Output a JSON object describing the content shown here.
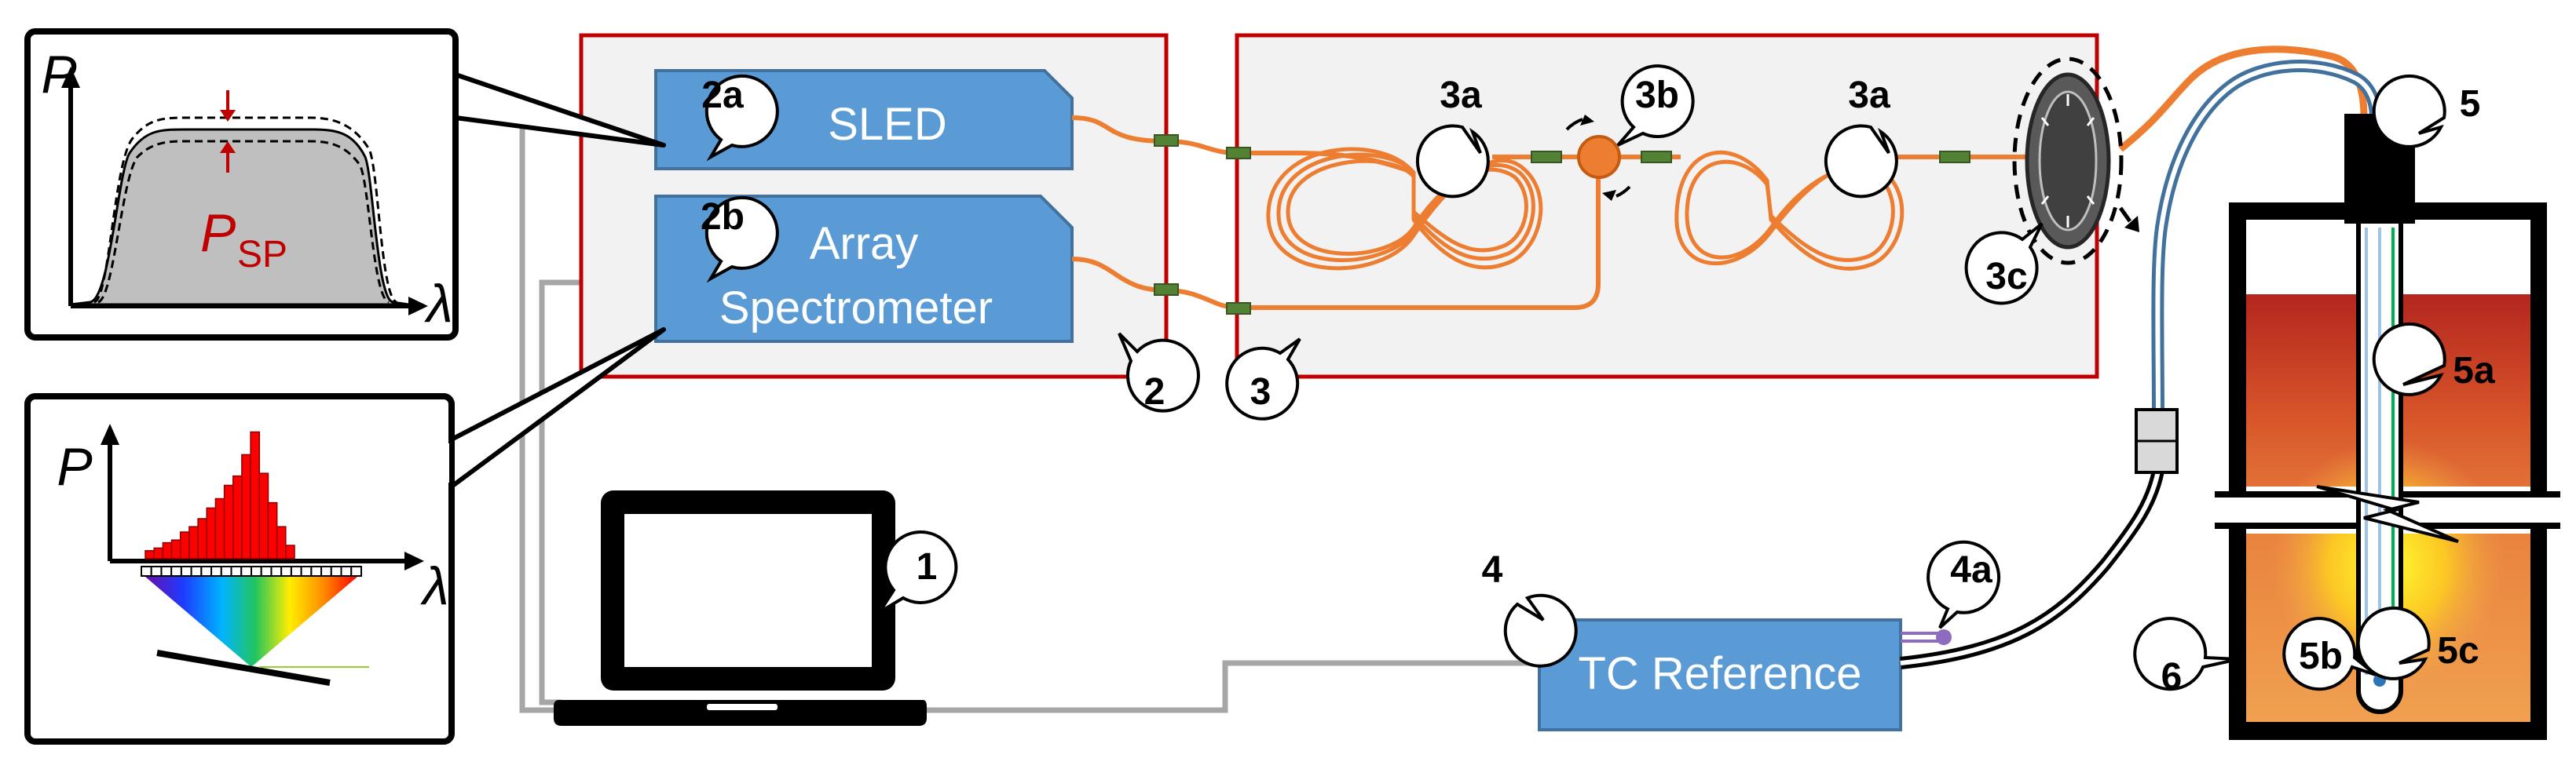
{
  "labels": {
    "sled": "SLED",
    "array": "Array",
    "spectrometer": "Spectrometer",
    "tc_reference": "TC Reference",
    "psp_main": "P",
    "psp_sub": "SP",
    "axis_p": "P",
    "axis_lambda": "λ"
  },
  "callouts": {
    "c1": "1",
    "c2": "2",
    "c2a": "2a",
    "c2b": "2b",
    "c3": "3",
    "c3a_left": "3a",
    "c3a_right": "3a",
    "c3b": "3b",
    "c3c": "3c",
    "c4": "4",
    "c4a": "4a",
    "c5": "5",
    "c5a": "5a",
    "c5b": "5b",
    "c5c": "5c",
    "c6": "6"
  },
  "spectrum_bars": [
    0.06,
    0.08,
    0.12,
    0.14,
    0.2,
    0.24,
    0.3,
    0.38,
    0.45,
    0.55,
    0.62,
    0.78,
    0.95,
    0.64,
    0.42,
    0.24,
    0.1
  ],
  "colors": {
    "box_blue": "#5b9bd5",
    "box_blue_stroke": "#41719c",
    "fiber_orange": "#ed7d31",
    "fiber_dark": "#c55a11",
    "enclosure_red": "#c00000",
    "panel_gray": "#f2f2f2",
    "connector_green": "#548235",
    "furnace_orange": "#f4a460",
    "furnace_red": "#c0392b",
    "bar_red": "#ff0000",
    "probe_blue": "#9dc3e6"
  }
}
